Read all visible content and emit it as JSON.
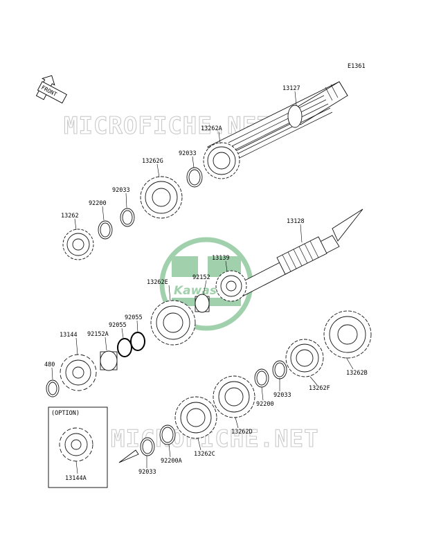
{
  "diagram_code": "E1361",
  "front_label": "FRONT",
  "option_label": "(OPTION)",
  "watermark_top": "MICROFICHE.NET",
  "watermark_bottom": "MICROFICHE.NET",
  "logo_text": "Kawasaki",
  "labels": {
    "p13127": "13127",
    "p13262A": "13262A",
    "p92033a": "92033",
    "p13262G": "13262G",
    "p92033b": "92033",
    "p92200a": "92200",
    "p13262": "13262",
    "p13128": "13128",
    "p13139": "13139",
    "p92152": "92152",
    "p13262E": "13262E",
    "p92055a": "92055",
    "p92055b": "92055",
    "p92152A": "92152A",
    "p13144": "13144",
    "p480": "480",
    "p13262B": "13262B",
    "p13262F": "13262F",
    "p92033c": "92033",
    "p92200b": "92200",
    "p13262D": "13262D",
    "p13262C": "13262C",
    "p92200A": "92200A",
    "p92033d": "92033",
    "p13144A": "13144A"
  },
  "colors": {
    "logo_green": "#2e9a4a",
    "watermark_gray": "#c9c9c9",
    "line": "#111111"
  }
}
